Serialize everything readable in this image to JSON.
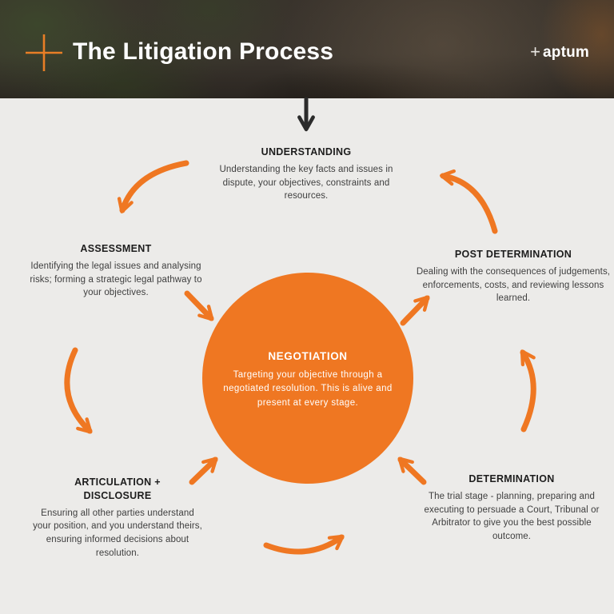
{
  "header": {
    "title": "The Litigation Process",
    "logo_plus": "+",
    "logo_word": "aptum"
  },
  "center": {
    "title": "NEGOTIATION",
    "description": "Targeting your objective through a negotiated resolution. This is alive and present at every stage."
  },
  "stages": [
    {
      "id": "understanding",
      "title": "UNDERSTANDING",
      "description": "Understanding the key facts and issues in dispute, your objectives, constraints and resources."
    },
    {
      "id": "assessment",
      "title": "ASSESSMENT",
      "description": "Identifying the legal issues and analysing risks; forming a strategic legal pathway to your objectives."
    },
    {
      "id": "post-determination",
      "title": "POST DETERMINATION",
      "description": "Dealing with the consequences of judgements, enforcements, costs, and reviewing lessons learned."
    },
    {
      "id": "articulation-disclosure",
      "title": "ARTICULATION + DISCLOSURE",
      "description": "Ensuring all other parties understand your position, and you understand theirs, ensuring informed decisions about resolution."
    },
    {
      "id": "determination",
      "title": "DETERMINATION",
      "description": "The trial stage - planning, preparing and executing to persuade a Court, Tribunal or Arbitrator to give you the best possible outcome."
    }
  ],
  "colors": {
    "accent_orange": "#EF7722",
    "background": "#ECEBE9",
    "header_dark": "#39332C",
    "heading_text": "#1D1D1D",
    "body_text": "#3E3E3E",
    "dark_arrow": "#2B2B2B",
    "circle_text": "#FFFFFF"
  }
}
